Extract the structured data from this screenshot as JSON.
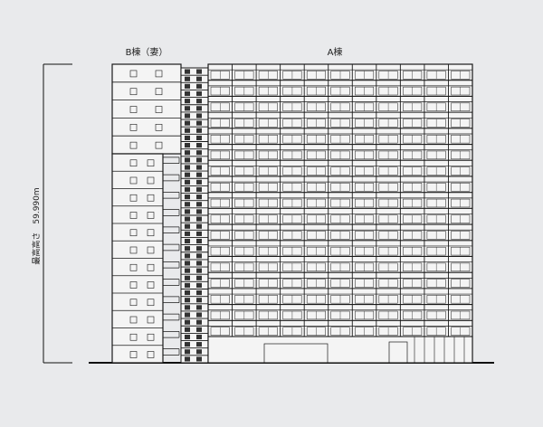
{
  "labels": {
    "b_building": "B棟（妻）",
    "a_building": "A棟",
    "height_label": "最高高さ　59.990m"
  }
}
